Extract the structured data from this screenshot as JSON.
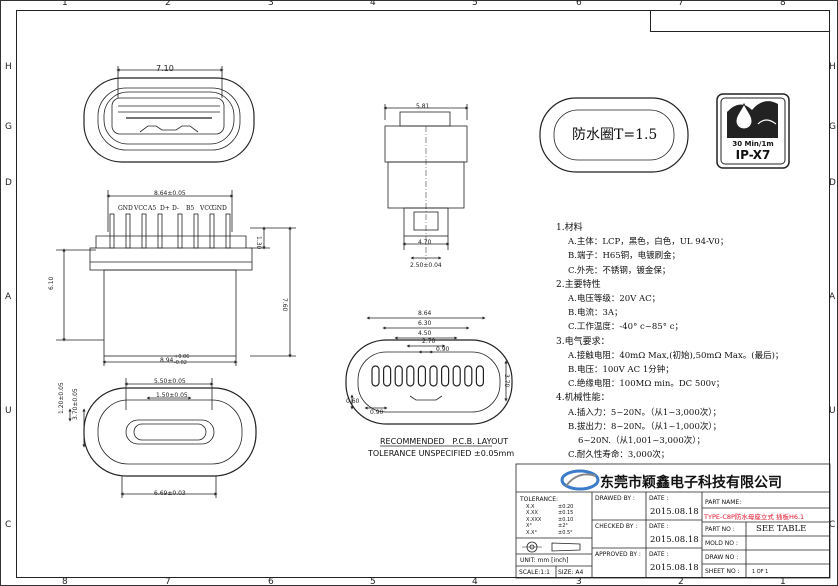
{
  "border": {
    "top_numbers": [
      "1",
      "2",
      "3",
      "4",
      "5",
      "6",
      "7",
      "8"
    ],
    "bottom_numbers": [
      "8",
      "7",
      "6",
      "5",
      "4",
      "3",
      "2",
      "1"
    ],
    "left_letters": [
      "H",
      "G",
      "D",
      "A",
      "U",
      "C"
    ],
    "right_letters": [
      "H",
      "G",
      "D",
      "A",
      "U",
      "C"
    ]
  },
  "views": {
    "top_view": {
      "dim_width": "7.10"
    },
    "side_view": {
      "dim_top": "5.81",
      "dim_mid": "4.70",
      "dim_bottom": "2.50±0.04"
    },
    "front_view": {
      "dim_top": "8.64±0.05",
      "dim_bottom": "8.94",
      "tol_plus": "+0.06",
      "tol_minus": "-0.02",
      "dim_left": "6.10",
      "dim_right_1": "7.60",
      "dim_right_2": "1.30",
      "pin_labels": [
        "GND",
        "VCC",
        "A5",
        "D+",
        "D-",
        "B5",
        "VCC",
        "GND"
      ]
    },
    "bottom_view": {
      "dim_top": "5.50±0.05",
      "dim_inner": "1.50±0.05",
      "dim_bottom": "6.69±0.03",
      "dim_left_1": "1.20±0.05",
      "dim_left_2": "3.70±0.05"
    },
    "pcb_layout": {
      "dims": [
        "8.64",
        "6.30",
        "4.50",
        "2.70",
        "0.90"
      ],
      "dim_left": "0.60",
      "dim_bottom": "0.90",
      "dim_right": "3.70",
      "title": "RECOMMENDED   P.C.B. LAYOUT",
      "tolerance": "TOLERANCE UNSPECIFIED ±0.05mm"
    }
  },
  "gasket_label": "防水圈T=1.5",
  "ip_badge": {
    "line1": "30 Min/1m",
    "line2": "IP-X7"
  },
  "specs": [
    {
      "text": "1.材料",
      "heading": true
    },
    {
      "text": "A.主体：LCP，黑色，白色，UL 94-V0；",
      "heading": false
    },
    {
      "text": "B.端子：H65铜，电镀刷金；",
      "heading": false
    },
    {
      "text": "C.外壳：不锈钢，镀金保；",
      "heading": false
    },
    {
      "text": "2.主要特性",
      "heading": true
    },
    {
      "text": "A.电压等级：20V AC；",
      "heading": false
    },
    {
      "text": "B.电流：3A；",
      "heading": false
    },
    {
      "text": "C.工作温度：-40° c~85° c；",
      "heading": false
    },
    {
      "text": "3.电气要求：",
      "heading": true
    },
    {
      "text": "A.接触电阻：40mΩ Max,(初始),50mΩ Max。(最后)；",
      "heading": false
    },
    {
      "text": "B.电压：100V AC 1分钟；",
      "heading": false
    },
    {
      "text": "C.绝缘电阻：100MΩ min。DC 500v；",
      "heading": false
    },
    {
      "text": "4.机械性能：",
      "heading": true
    },
    {
      "text": "A.插入力：5~20N。（从1~3,000次）；",
      "heading": false
    },
    {
      "text": "B.拔出力：8~20N。（从1~1,000次）；",
      "heading": false
    },
    {
      "text": "6~20N.（从1,001~3,000次）；",
      "heading": false
    },
    {
      "text": "C.耐久性寿命：3,000次；",
      "heading": false
    }
  ],
  "title_block": {
    "company": "东莞市颖鑫电子科技有限公司",
    "tolerance_label": "TOLERANCE:",
    "tolerance_rows": [
      {
        "key": "X.X",
        "val": "±0.20"
      },
      {
        "key": "X.XX",
        "val": "±0.15"
      },
      {
        "key": "X.XXX",
        "val": "±0.10"
      },
      {
        "key": "X°",
        "val": "±2°"
      },
      {
        "key": "X.X°",
        "val": "±0.5°"
      }
    ],
    "unit": "UNIT:  mm  [inch]",
    "scale": "SCALE:1:1",
    "size": "SIZE: A4",
    "drawn_by": "DRAWED BY :",
    "checked_by": "CHECKED BY :",
    "approved_by": "APPROVED BY :",
    "date_label": "DATE :",
    "dates": [
      "2015.08.18",
      "2015.08.18",
      "2015.08.18"
    ],
    "part_name_label": "PART NAME:",
    "part_name": "TYPE-C8P防水母座立式 插板H6.1",
    "part_no_label": "PART NO :",
    "part_no": "SEE  TABLE",
    "mold_no_label": "MOLD NO :",
    "draw_no_label": "DRAW NO :",
    "sheet_no_label": "SHEET NO :",
    "sheet_no": "1 OF 1"
  },
  "colors": {
    "line": "#222222",
    "accent_red": "#e0142a",
    "logo_blue": "#3a7cc9"
  }
}
